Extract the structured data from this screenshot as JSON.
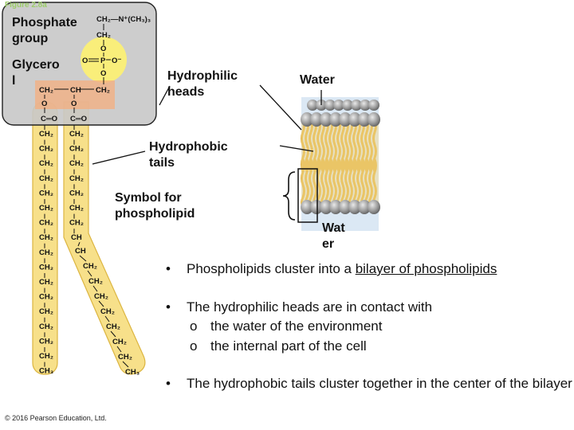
{
  "figure_label": "Figure 2.8a",
  "labels": {
    "phosphate_group": "Phosphate group",
    "glycerol": "Glycerol",
    "hydrophilic_heads": "Hydrophilic heads",
    "hydrophobic_tails": "Hydrophobic tails",
    "symbol_for_phospholipid": "Symbol for phospholipid",
    "water_top": "Water",
    "water_bottom": "Water"
  },
  "molecule": {
    "choline_top": "CH₂—N⁺(CH₃)₃",
    "choline_ch2": "CH₂",
    "phosphate_o_top": "O",
    "phosphate_o_left": "O",
    "phosphate_p": "P",
    "phosphate_o_right": "O⁻",
    "phosphate_o_bottom": "O",
    "glycerol_ch2_right": "CH₂",
    "glycerol_ch2_left": "CH₂",
    "glycerol_ch": "CH",
    "ester_o": "O",
    "carbonyl": "C═O",
    "chain_unit": "CH₂",
    "chain_end": "CH₃",
    "chain_ch": "CH"
  },
  "bullets": {
    "b1_prefix": "Phospholipids cluster into a ",
    "b1_link": "bilayer of phospholipids",
    "b2": "The hydrophilic heads are in contact with",
    "b2_sub1": "the water of the environment",
    "b2_sub2": "the internal part of the cell",
    "b3": "The hydrophobic tails cluster together in the center of the bilayer"
  },
  "copyright": "© 2016 Pearson Education, Ltd.",
  "colors": {
    "tail_fill": "#f7e08a",
    "tail_stroke": "#dcb540",
    "head_box": "#c8c8c8",
    "phosphate_circle": "#f9ee7a",
    "glycerol_band": "#f4ad7d",
    "bilayer_bg": "#dbe8f4",
    "head_sphere": "#8c8c8c"
  }
}
